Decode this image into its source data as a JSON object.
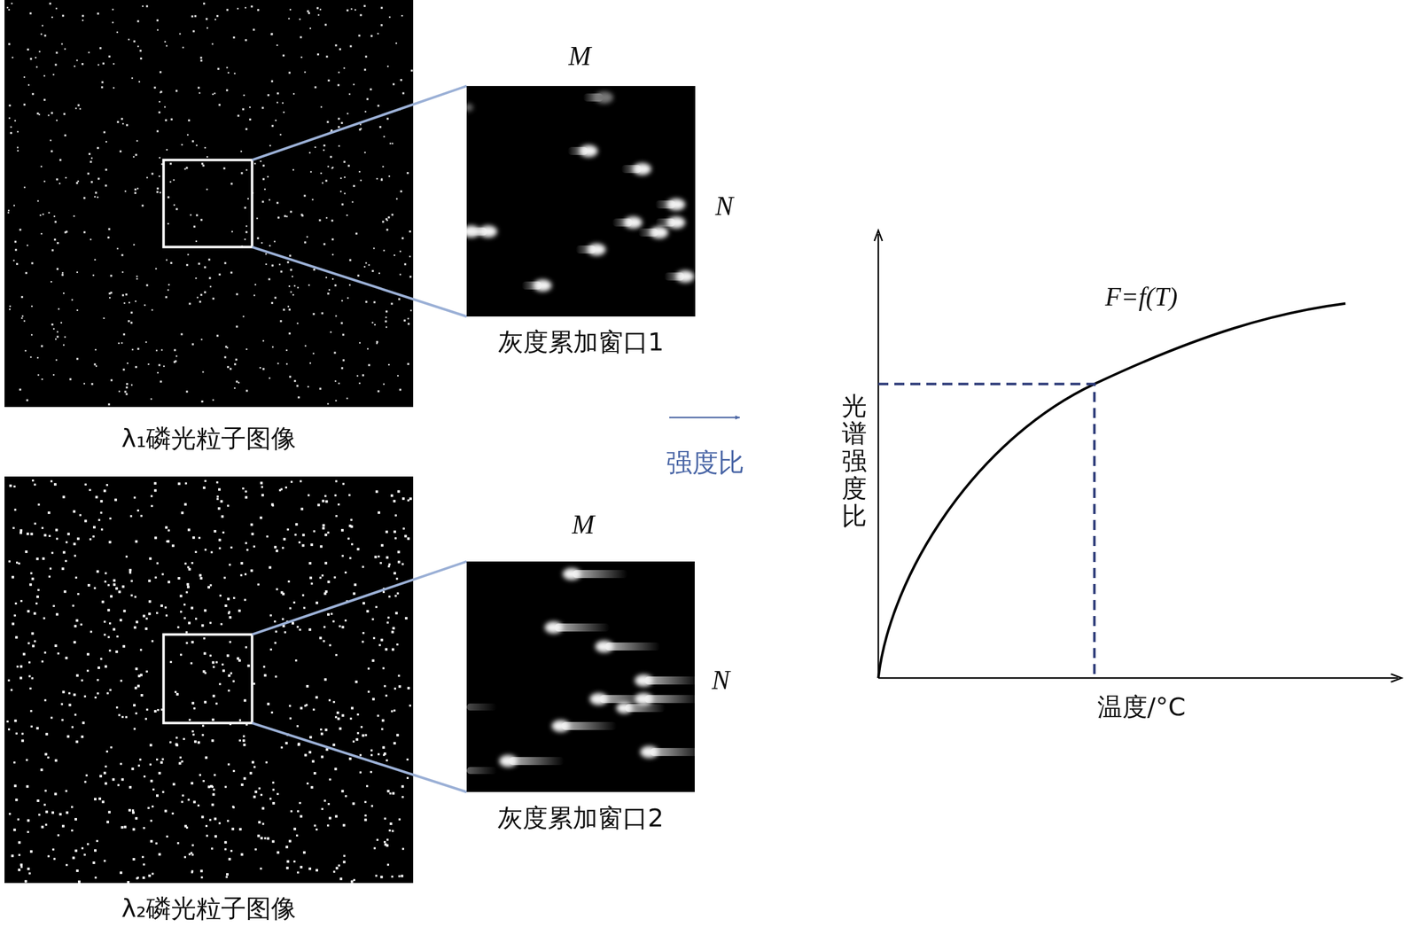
{
  "diagram": {
    "nodes": [
      {
        "text": [
          "λ₁磷光粒子图像"
        ]
      },
      {
        "text": [
          "灰度累加窗口1"
        ]
      },
      {
        "text": [
          "λ₂磷光粒子图像"
        ]
      },
      {
        "text": [
          "灰度累加窗口2"
        ]
      }
    ],
    "labels": [
      "M",
      "N",
      "M",
      "N",
      "强度比",
      "F=f(T)",
      "光谱强度比",
      "温度/°C"
    ]
  }
}
